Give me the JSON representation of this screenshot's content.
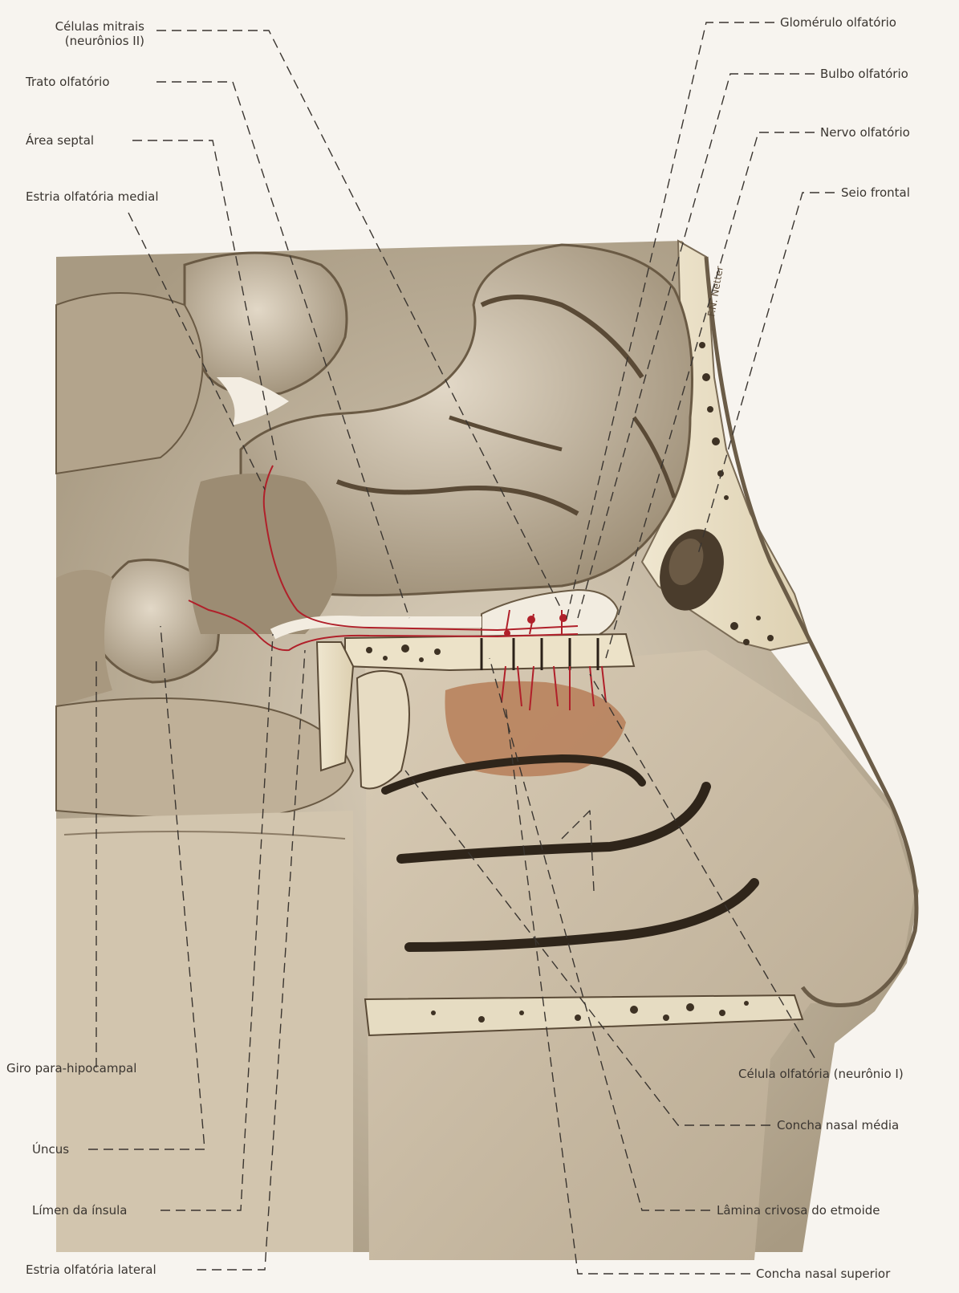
{
  "labels": {
    "celulas_mitrais_line1": "Células mitrais",
    "celulas_mitrais_line2": "(neurônios II)",
    "trato_olfatorio": "Trato olfatório",
    "area_septal": "Área septal",
    "estria_olfatoria_medial": "Estria olfatória medial",
    "giro_para_hipocampal": "Giro para-hipocampal",
    "uncus": "Úncus",
    "limen_da_insula": "Límen da ínsula",
    "estria_olfatoria_lateral": "Estria olfatória lateral",
    "glomerulo_olfatorio": "Glomérulo olfatório",
    "bulbo_olfatorio": "Bulbo olfatório",
    "nervo_olfatorio": "Nervo olfatório",
    "seio_frontal": "Seio frontal",
    "celula_olfatoria": "Célula olfatória (neurônio I)",
    "concha_nasal_media": "Concha nasal média",
    "lamina_crivosa": "Lâmina crivosa do etmoide",
    "concha_nasal_superior": "Concha nasal superior"
  },
  "colors": {
    "background": "#f7f4ef",
    "brain_tissue": "#cdbfa9",
    "brain_shadow": "#8c7c66",
    "bone": "#e9dfc6",
    "mucosa": "#b97d5c",
    "nerve_red": "#b0202a",
    "leader_line": "#3a3530"
  }
}
